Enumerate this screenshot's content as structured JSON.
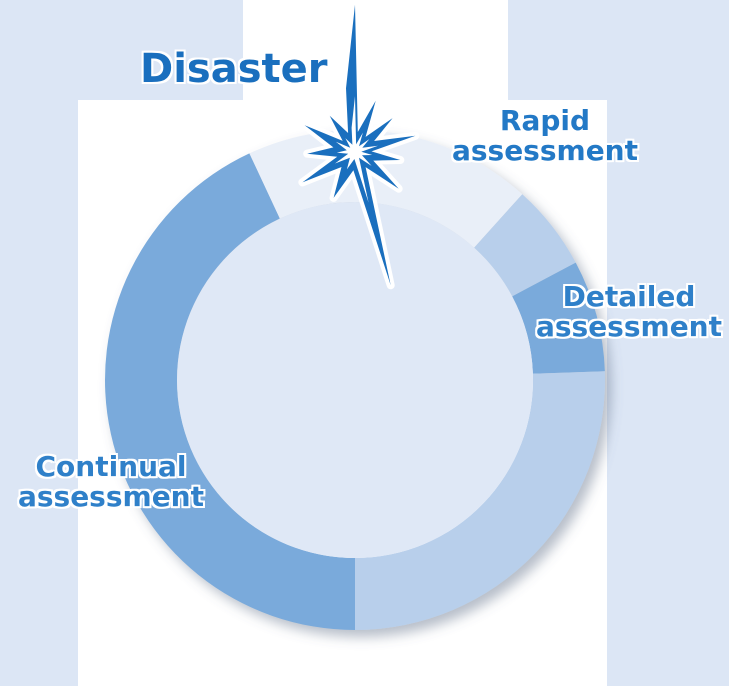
{
  "title": "Disaster",
  "phases": [
    {
      "line1": "Rapid",
      "line2": "assessment"
    },
    {
      "line1": "Detailed",
      "line2": "assessment"
    },
    {
      "line1": "Continual",
      "line2": "assessment"
    }
  ],
  "colors": {
    "page_background": "#dce6f5",
    "panel": "#ffffff",
    "ring_dark": "#7aaadb",
    "ring_light": "#b8cfeb",
    "ring_pale": "#e4ecf7",
    "inner_disc": "#dfe8f6",
    "burst": "#1a6fbe",
    "label_text": "#2f80c9"
  },
  "icons": [
    "burst-star-icon"
  ]
}
